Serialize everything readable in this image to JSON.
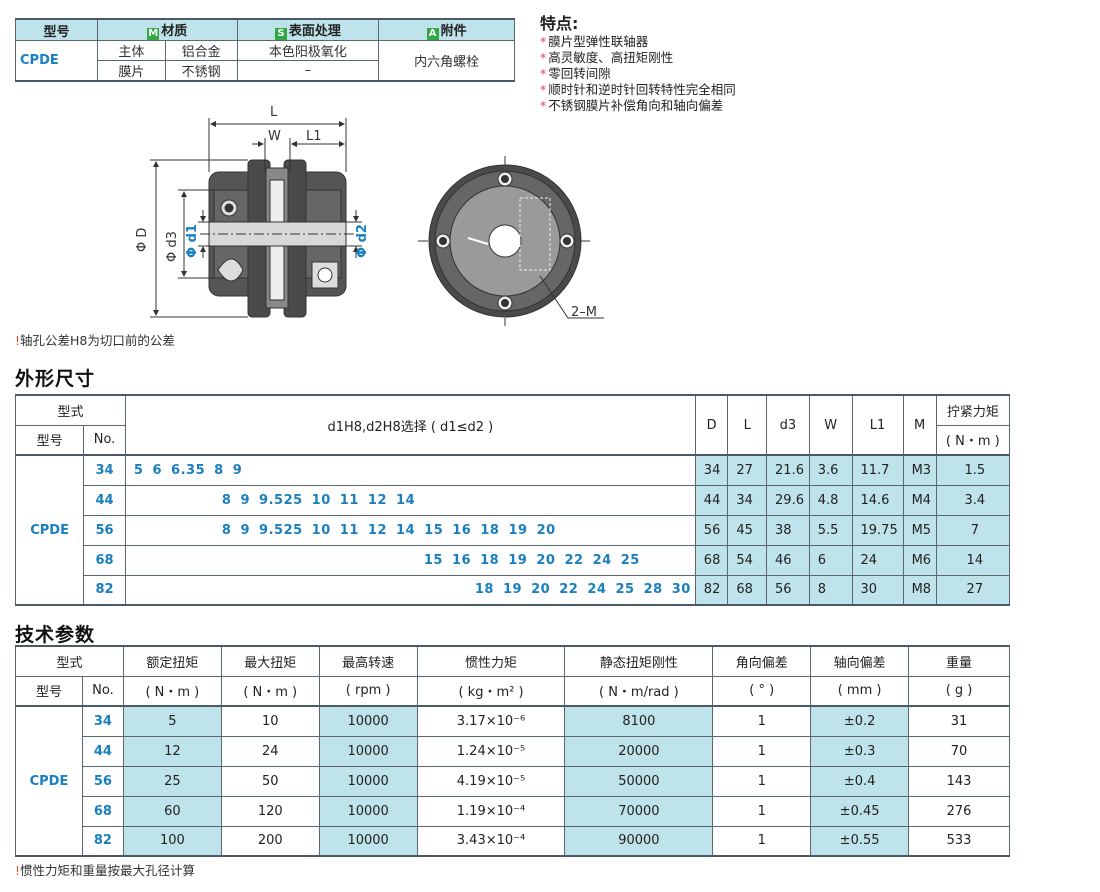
{
  "material_table": {
    "headers": [
      "型号",
      "材质",
      "表面处理",
      "附件"
    ],
    "header_tags": [
      "M",
      "S",
      "A"
    ],
    "model": "CPDE",
    "rows": [
      {
        "part": "主体",
        "material": "铝合金",
        "surface": "本色阳极氧化"
      },
      {
        "part": "膜片",
        "material": "不锈钢",
        "surface": "–"
      }
    ],
    "accessory": "内六角螺栓"
  },
  "features": {
    "title": "特点:",
    "items": [
      "膜片型弹性联轴器",
      "高灵敏度、高扭矩刚性",
      "零回转间隙",
      "顺时针和逆时针回转特性完全相同",
      "不锈钢膜片补偿角向和轴向偏差"
    ]
  },
  "drawing": {
    "labels": {
      "L": "L",
      "W": "W",
      "L1": "L1",
      "D": "Φ D",
      "d3": "Φ d3",
      "d1": "Φ d1",
      "d2": "Φ d2",
      "m": "2–M"
    }
  },
  "notes": {
    "bore_tolerance": "轴孔公差H8为切口前的公差",
    "inertia_weight": "惯性力矩和重量按最大孔径计算",
    "icon": "!"
  },
  "dimensions": {
    "title": "外形尺寸",
    "header": {
      "type_group": "型式",
      "model": "型号",
      "no": "No.",
      "dsel": "d1H8,d2H8选择 ( d1≤d2 )",
      "D": "D",
      "L": "L",
      "d3": "d3",
      "W": "W",
      "L1": "L1",
      "M": "M",
      "torque": "拧紧力矩",
      "torque_unit": "( N・m )"
    },
    "model": "CPDE",
    "rows": [
      {
        "no": "34",
        "d": "5   6   6.35   8   9",
        "align": "left",
        "D": "34",
        "L": "27",
        "d3": "21.6",
        "W": "3.6",
        "L1": "11.7",
        "M": "M3",
        "torque": "1.5"
      },
      {
        "no": "44",
        "d": "8   9   9.525   10   11   12   14",
        "align": "mid1",
        "D": "44",
        "L": "34",
        "d3": "29.6",
        "W": "4.8",
        "L1": "14.6",
        "M": "M4",
        "torque": "3.4"
      },
      {
        "no": "56",
        "d": "8   9   9.525   10   11   12   14   15   16   18   19   20",
        "align": "mid1",
        "D": "56",
        "L": "45",
        "d3": "38",
        "W": "5.5",
        "L1": "19.75",
        "M": "M5",
        "torque": "7"
      },
      {
        "no": "68",
        "d": "15   16   18   19   20   22   24   25",
        "align": "mid2",
        "D": "68",
        "L": "54",
        "d3": "46",
        "W": "6",
        "L1": "24",
        "M": "M6",
        "torque": "14"
      },
      {
        "no": "82",
        "d": "18   19   20   22   24   25   28   30",
        "align": "right",
        "D": "82",
        "L": "68",
        "d3": "56",
        "W": "8",
        "L1": "30",
        "M": "M8",
        "torque": "27"
      }
    ]
  },
  "technical": {
    "title": "技术参数",
    "header": {
      "type_group": "型式",
      "model": "型号",
      "no": "No.",
      "cols": [
        "额定扭矩",
        "最大扭矩",
        "最高转速",
        "惯性力矩",
        "静态扭矩刚性",
        "角向偏差",
        "轴向偏差",
        "重量"
      ],
      "units": [
        "( N・m )",
        "( N・m )",
        "( rpm )",
        "( kg・m² )",
        "( N・m/rad )",
        "( ° )",
        "( mm )",
        "( g )"
      ]
    },
    "model": "CPDE",
    "rows": [
      {
        "no": "34",
        "rated": "5",
        "max": "10",
        "speed": "10000",
        "inertia": "3.17×10⁻⁶",
        "stiff": "8100",
        "ang": "1",
        "axial": "±0.2",
        "weight": "31"
      },
      {
        "no": "44",
        "rated": "12",
        "max": "24",
        "speed": "10000",
        "inertia": "1.24×10⁻⁵",
        "stiff": "20000",
        "ang": "1",
        "axial": "±0.3",
        "weight": "70"
      },
      {
        "no": "56",
        "rated": "25",
        "max": "50",
        "speed": "10000",
        "inertia": "4.19×10⁻⁵",
        "stiff": "50000",
        "ang": "1",
        "axial": "±0.4",
        "weight": "143"
      },
      {
        "no": "68",
        "rated": "60",
        "max": "120",
        "speed": "10000",
        "inertia": "1.19×10⁻⁴",
        "stiff": "70000",
        "ang": "1",
        "axial": "±0.45",
        "weight": "276"
      },
      {
        "no": "82",
        "rated": "100",
        "max": "200",
        "speed": "10000",
        "inertia": "3.43×10⁻⁴",
        "stiff": "90000",
        "ang": "1",
        "axial": "±0.55",
        "weight": "533"
      }
    ]
  }
}
